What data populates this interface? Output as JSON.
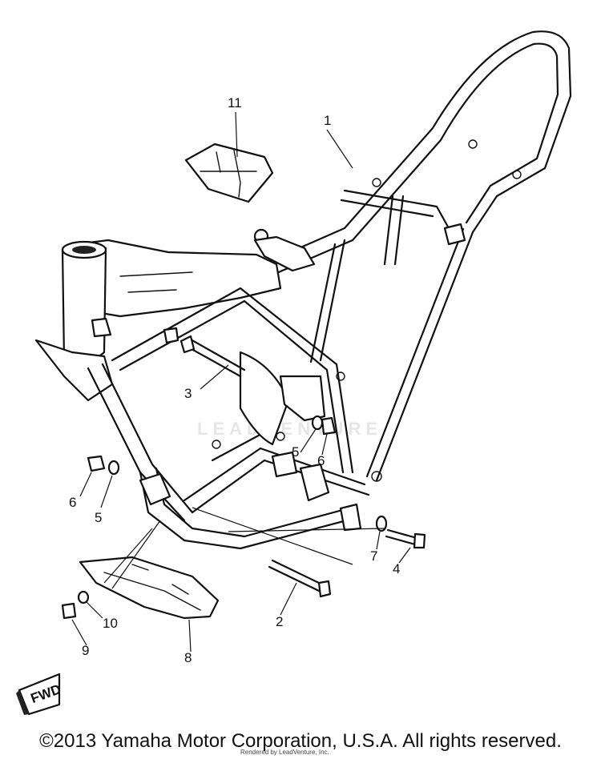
{
  "diagram": {
    "callouts": [
      {
        "id": "c1",
        "label": "1"
      },
      {
        "id": "c2",
        "label": "2"
      },
      {
        "id": "c3",
        "label": "3"
      },
      {
        "id": "c4",
        "label": "4"
      },
      {
        "id": "c5a",
        "label": "5"
      },
      {
        "id": "c5b",
        "label": "5"
      },
      {
        "id": "c6a",
        "label": "6"
      },
      {
        "id": "c6b",
        "label": "6"
      },
      {
        "id": "c7",
        "label": "7"
      },
      {
        "id": "c8",
        "label": "8"
      },
      {
        "id": "c9",
        "label": "9"
      },
      {
        "id": "c10",
        "label": "10"
      },
      {
        "id": "c11",
        "label": "11"
      }
    ],
    "fwd_tag": "FWD",
    "watermark": "LEADVENTURE",
    "copyright": "©2013 Yamaha Motor Corporation, U.S.A. All rights reserved.",
    "credit": "Rendered by LeadVenture, Inc."
  },
  "colors": {
    "ink": "#111111",
    "background": "#ffffff",
    "watermark": "#e6e6e6"
  }
}
